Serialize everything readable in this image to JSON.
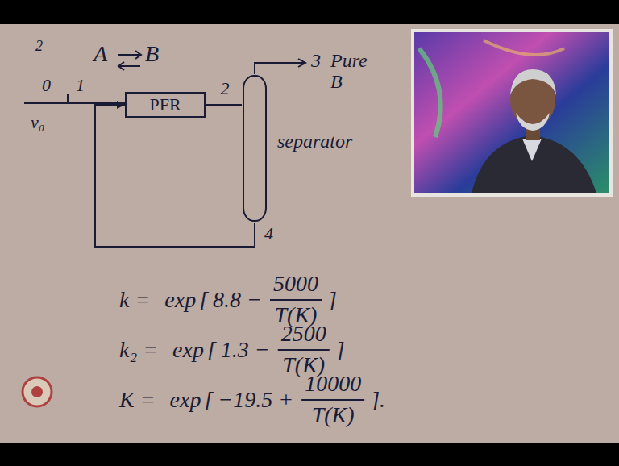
{
  "diagram": {
    "nodes": [
      {
        "text": [
          "PFR"
        ]
      },
      {
        "text": [
          "separator"
        ]
      }
    ],
    "edges": [
      {
        "from": 0,
        "to": 1,
        "arrow": "none",
        "label": "2"
      },
      {
        "from": 1,
        "to": 0,
        "arrow": "to",
        "label": "4"
      }
    ],
    "labels": [
      "2",
      "A",
      "B",
      "0",
      "1",
      "v₀",
      "3",
      "Pure B",
      "k =",
      "exp",
      "[",
      "8.8 −",
      "5000",
      "T(K)",
      "]",
      "k₂ =",
      "exp",
      "[",
      "1.3 −",
      "2500",
      "T(K)",
      "]",
      "K =",
      "exp",
      "[",
      "−19.5 +",
      "10000",
      "T(K)",
      "]."
    ]
  }
}
